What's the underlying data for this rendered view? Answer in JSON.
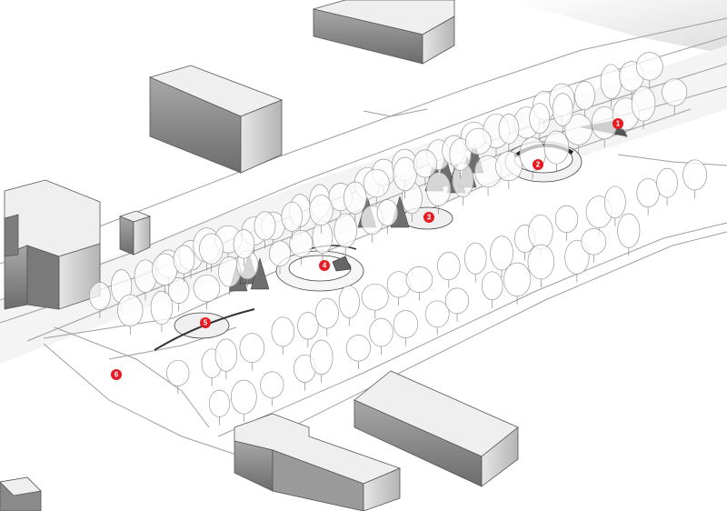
{
  "diagram": {
    "marker_color": "#e41b23",
    "tree_fill": "#ffffff",
    "tree_stroke": "#9a9a9a",
    "conifer_fill": "#6e6e6e",
    "building_top": "#efefef",
    "building_left": "#8f8f8f",
    "building_right": "#cfcfcf",
    "markers": [
      {
        "id": "marker-1",
        "label": "1"
      },
      {
        "id": "marker-2",
        "label": "2"
      },
      {
        "id": "marker-3",
        "label": "3"
      },
      {
        "id": "marker-4",
        "label": "4"
      },
      {
        "id": "marker-5",
        "label": "5"
      },
      {
        "id": "marker-6",
        "label": "6"
      }
    ]
  }
}
